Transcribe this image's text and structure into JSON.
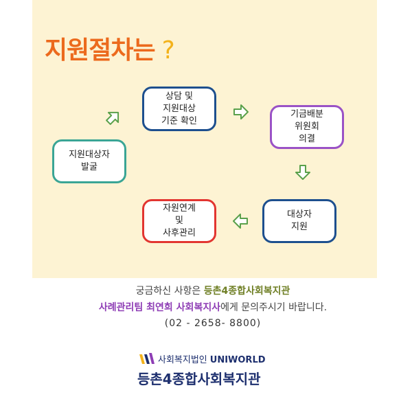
{
  "title": {
    "text": "지원절차는",
    "mark": "?"
  },
  "steps": [
    {
      "label": "지원대상자\n발굴"
    },
    {
      "label": "상담 및\n지원대상\n기준 확인"
    },
    {
      "label": "기금배분\n위원회\n의결"
    },
    {
      "label": "대상자\n지원"
    },
    {
      "label": "자원연계\n및\n사후관리"
    }
  ],
  "contact": {
    "line1_prefix": "궁금하신 사항은 ",
    "line1_highlight": "등촌4종합사회복지관",
    "line2_highlight": "사례관리팀 최연희 사회복지사",
    "line2_suffix": "에게 문의주시기 바랍니다.",
    "phone": "(02 - 2658- 8800)"
  },
  "org": {
    "subtitle": "사회복지법인",
    "subtitle_en": "UNIWORLD",
    "name": "등촌4종합사회복지관"
  },
  "colors": {
    "title": "#ec6a1d",
    "question_mark": "#f3b21b",
    "panel_bg": "#fdf3d3",
    "step1_border": "#3aa595",
    "step2_border": "#1d4f8e",
    "step3_border": "#9a52c6",
    "step4_border": "#1d4f8e",
    "step5_border": "#e23530",
    "arrow": "#5aa04b",
    "org_name": "#1d2f6e"
  }
}
